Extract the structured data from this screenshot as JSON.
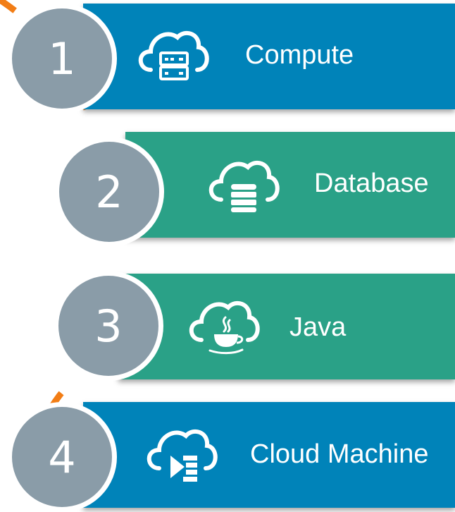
{
  "colors": {
    "blue": "#0083b9",
    "teal": "#2aa187",
    "gray": "#8a9ca8",
    "connector": "#f27d15",
    "white": "#ffffff"
  },
  "steps": [
    {
      "number": "1",
      "label": "Compute",
      "icon": "cloud-server-icon"
    },
    {
      "number": "2",
      "label": "Database",
      "icon": "cloud-database-icon"
    },
    {
      "number": "3",
      "label": "Java",
      "icon": "cloud-java-icon"
    },
    {
      "number": "4",
      "label": "Cloud Machine",
      "icon": "cloud-machine-icon"
    }
  ]
}
